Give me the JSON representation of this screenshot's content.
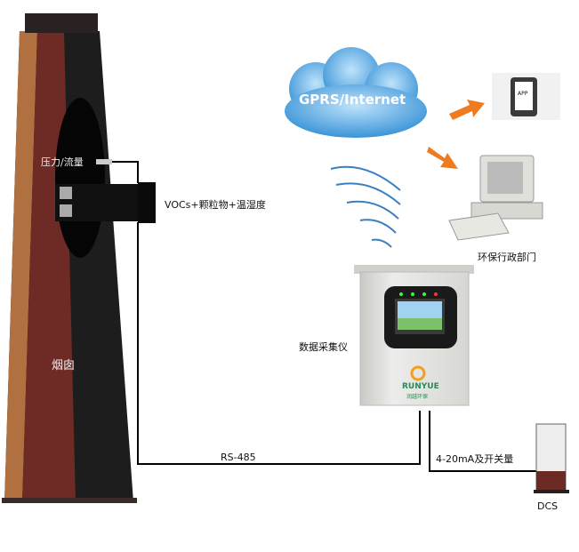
{
  "labels": {
    "pressure_flow": "压力/流量",
    "sensor": "VOCs+颗粒物+温湿度",
    "chimney": "烟囱",
    "collector": "数据采集仪",
    "epa": "环保行政部门",
    "dcs": "DCS",
    "rs485": "RS-485",
    "analog": "4-20mA及开关量",
    "network": "GPRS/Internet",
    "app": "APP",
    "brand": "RUNYUE",
    "brand_cn": "润越环保"
  },
  "colors": {
    "cloud": "#4aa3e0",
    "arrow": "#f07a1e",
    "wire": "#000000"
  }
}
